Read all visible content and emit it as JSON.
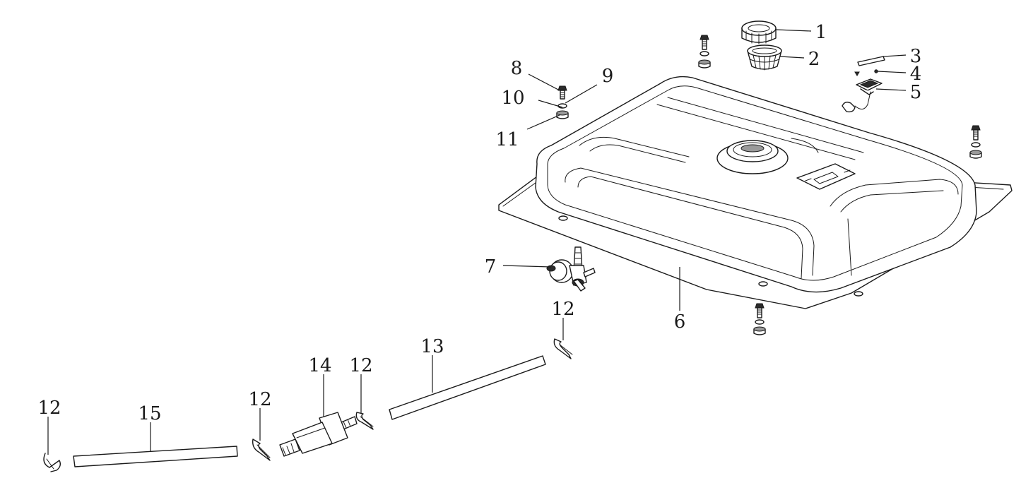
{
  "callouts": [
    {
      "id": "1",
      "label": "1"
    },
    {
      "id": "2",
      "label": "2"
    },
    {
      "id": "3",
      "label": "3"
    },
    {
      "id": "4",
      "label": "4"
    },
    {
      "id": "5",
      "label": "5"
    },
    {
      "id": "6",
      "label": "6"
    },
    {
      "id": "7",
      "label": "7"
    },
    {
      "id": "8",
      "label": "8"
    },
    {
      "id": "9",
      "label": "9"
    },
    {
      "id": "10",
      "label": "10"
    },
    {
      "id": "11",
      "label": "11"
    },
    {
      "id": "12a",
      "label": "12"
    },
    {
      "id": "12b",
      "label": "12"
    },
    {
      "id": "12c",
      "label": "12"
    },
    {
      "id": "12d",
      "label": "12"
    },
    {
      "id": "13",
      "label": "13"
    },
    {
      "id": "14",
      "label": "14"
    },
    {
      "id": "15",
      "label": "15"
    }
  ]
}
